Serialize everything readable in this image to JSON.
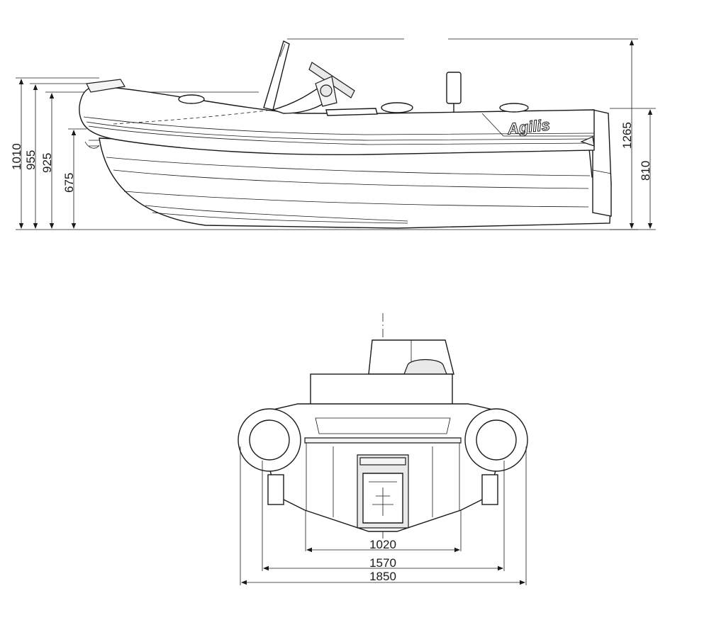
{
  "brand_logo_text": "Agilis",
  "side_view": {
    "left_dimensions": [
      "1010",
      "955",
      "925",
      "675"
    ],
    "right_dimensions": [
      "1265",
      "810"
    ]
  },
  "rear_view": {
    "width_dimensions": [
      "1020",
      "1570",
      "1850"
    ]
  }
}
